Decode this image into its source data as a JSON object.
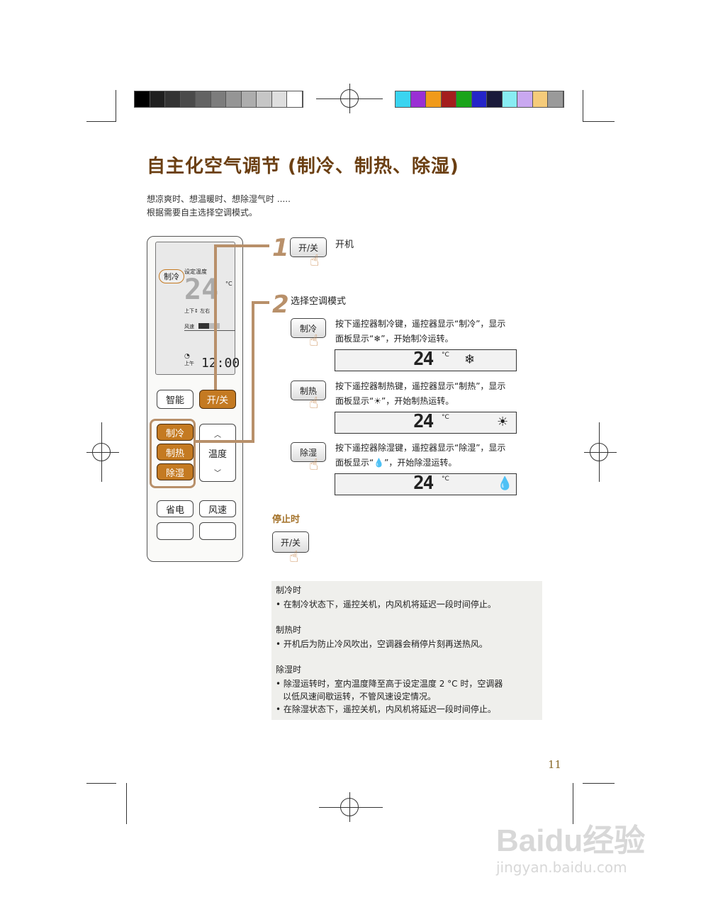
{
  "title": "自主化空气调节 (制冷、制热、除湿)",
  "intro": [
    "想凉爽时、想温暖时、想除湿气时 .....",
    "根据需要自主选择空调模式。"
  ],
  "colors": {
    "brown_title": "#6b3f12",
    "orange_button": "#c47a22",
    "highlight": "#b8906a",
    "gray_bar": [
      "#000000",
      "#1f1f1f",
      "#333333",
      "#4a4a4a",
      "#636363",
      "#7c7c7c",
      "#959595",
      "#adadad",
      "#c6c6c6",
      "#dedede",
      "#ffffff"
    ],
    "color_bar": [
      "#3ad4f0",
      "#9a2fd4",
      "#f09a1a",
      "#a41d1d",
      "#1aa41a",
      "#2424c8",
      "#1a1a3a",
      "#88ecf2",
      "#c9a8f0",
      "#f5cb7a",
      "#9a9a9a"
    ]
  },
  "remote": {
    "lcd": {
      "mode": "制冷",
      "mode_top": "设定温度",
      "temp": "24",
      "unit": "°C",
      "swing": "上下↕ 左右",
      "fan": "风速",
      "time_label": "上午",
      "time": "12:00"
    },
    "buttons": {
      "smart": "智能",
      "power": "开/关",
      "cool": "制冷",
      "heat": "制热",
      "dry": "除湿",
      "temp": "温度",
      "eco": "省电",
      "fan": "风速"
    }
  },
  "steps": [
    {
      "num": "1",
      "button": "开/关",
      "text": "开机"
    },
    {
      "num": "2",
      "text": "选择空调模式"
    }
  ],
  "modes": [
    {
      "button": "制冷",
      "line1": "按下遥控器制冷键，遥控器显示“制冷”，显示",
      "line2a": "面板显示“",
      "icon": "❄",
      "line2b": "”，开始制冷运转。",
      "temp": "24",
      "unit": "°C"
    },
    {
      "button": "制热",
      "line1": "按下遥控器制热键，遥控器显示“制热”，显示",
      "line2a": "面板显示“",
      "icon": "☀",
      "line2b": "”，开始制热运转。",
      "temp": "24",
      "unit": "°C"
    },
    {
      "button": "除湿",
      "line1": "按下遥控器除湿键，遥控器显示“除湿”，显示",
      "line2a": "面板显示“",
      "icon": "💧",
      "line2b": "”，开始除湿运转。",
      "temp": "24",
      "unit": "°C"
    }
  ],
  "stop": {
    "heading": "停止时",
    "button": "开/关"
  },
  "notes": {
    "cool_h": "制冷时",
    "cool_1": "• 在制冷状态下，遥控关机，内风机将延迟一段时间停止。",
    "heat_h": "制热时",
    "heat_1": "• 开机后为防止冷风吹出，空调器会稍停片刻再送热风。",
    "dry_h": "除湿时",
    "dry_1": "• 除湿运转时，室内温度降至高于设定温度 2 °C 时，空调器",
    "dry_2": "以低风速间歇运转，不管风速设定情况。",
    "dry_3": "• 在除湿状态下，遥控关机，内风机将延迟一段时间停止。"
  },
  "page_number": "11",
  "watermark": {
    "brand": "Baidu经验",
    "url": "jingyan.baidu.com"
  }
}
